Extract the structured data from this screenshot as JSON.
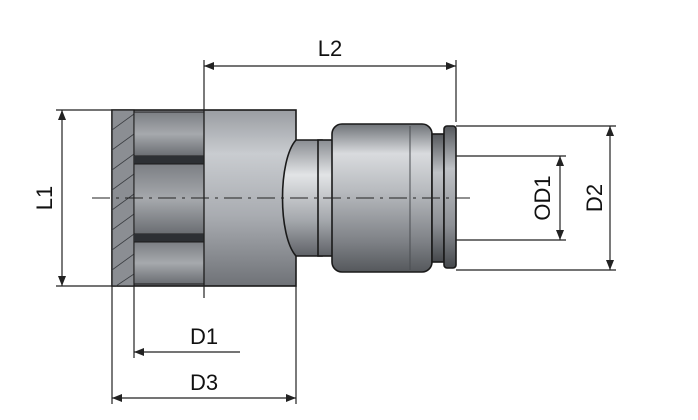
{
  "diagram": {
    "labels": {
      "l2": "L2",
      "l1": "L1",
      "d1": "D1",
      "d3": "D3",
      "od1": "OD1",
      "d2": "D2"
    }
  }
}
